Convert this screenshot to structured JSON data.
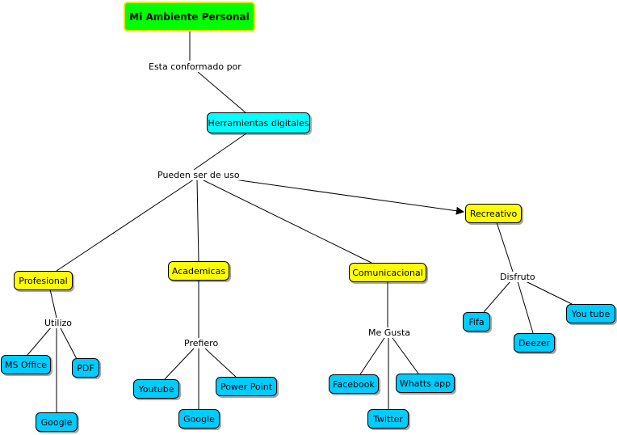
{
  "colors": {
    "root": "#00ff00",
    "cyan": "#00ffff",
    "yellow": "#ffff00",
    "blue": "#00ccff",
    "line": "#000000"
  },
  "root": {
    "label": "Mi Ambiente Personal"
  },
  "link_root": "Esta conformado por",
  "herramientas": {
    "label": "Herramientas digitales"
  },
  "link_herramientas": "Pueden ser de uso",
  "categories": {
    "profesional": {
      "label": "Profesional",
      "link": "Utilizo",
      "items": [
        "MS Office",
        "PDF",
        "Google"
      ]
    },
    "academicas": {
      "label": "Academicas",
      "link": "Prefiero",
      "items": [
        "Youtube",
        "Google",
        "Power Point"
      ]
    },
    "comunicacional": {
      "label": "Comunicacional",
      "link": "Me Gusta",
      "items": [
        "Facebook",
        "Twitter",
        "Whatts app"
      ]
    },
    "recreativo": {
      "label": "Recreativo",
      "link": "Disfruto",
      "items": [
        "Fifa",
        "Deezer",
        "You tube"
      ]
    }
  }
}
